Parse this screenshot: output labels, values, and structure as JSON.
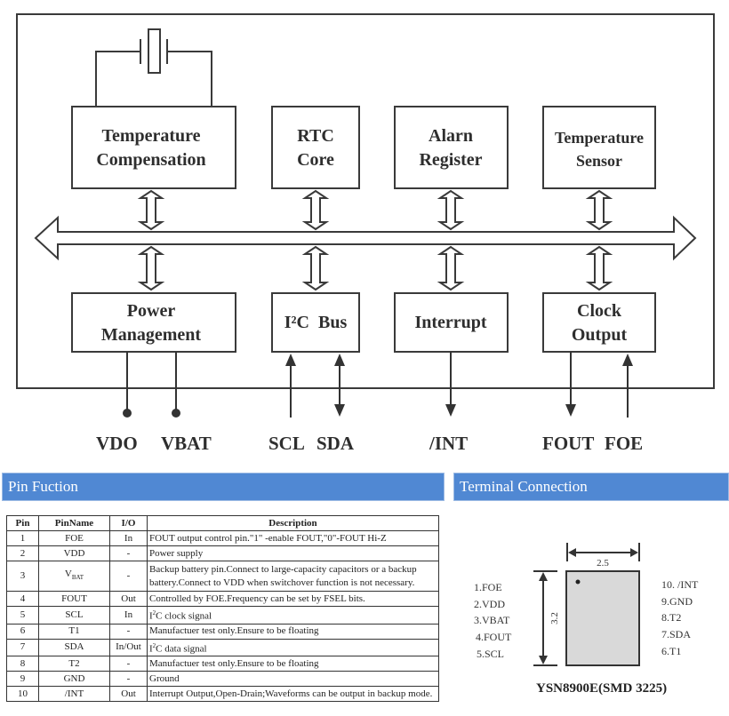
{
  "block_diagram": {
    "blocks_top": [
      {
        "id": "temp-comp",
        "lines": [
          "Temperature",
          "Compensation"
        ]
      },
      {
        "id": "rtc-core",
        "lines": [
          "RTC",
          "Core"
        ]
      },
      {
        "id": "alarm-register",
        "lines": [
          "Alarn",
          "Register"
        ]
      },
      {
        "id": "temp-sensor",
        "lines": [
          "Temperature",
          "Sensor"
        ]
      }
    ],
    "blocks_bottom": [
      {
        "id": "power-mgmt",
        "lines": [
          "Power",
          "Management"
        ]
      },
      {
        "id": "i2c-bus",
        "lines": [
          "I²C  Bus"
        ]
      },
      {
        "id": "interrupt",
        "lines": [
          "Interrupt"
        ]
      },
      {
        "id": "clock-output",
        "lines": [
          "Clock",
          "Output"
        ]
      }
    ],
    "pins": [
      "VDO",
      "VBAT",
      "SCL",
      "SDA",
      "/INT",
      "FOUT",
      "FOE"
    ]
  },
  "pin_function": {
    "title": "Pin Fuction",
    "headers": [
      "Pin",
      "PinName",
      "I/O",
      "Description"
    ],
    "rows": [
      {
        "pin": "1",
        "name": "FOE",
        "io": "In",
        "desc": "FOUT output control pin.\"1\" -enable FOUT,\"0\"-FOUT Hi-Z"
      },
      {
        "pin": "2",
        "name": "VDD",
        "io": "-",
        "desc": "Power supply"
      },
      {
        "pin": "3",
        "name": "V",
        "name_sub": "BAT",
        "io": "-",
        "desc": "Backup battery pin.Connect to large-capacity capacitors or a backup battery.Connect to VDD when switchover function is not necessary."
      },
      {
        "pin": "4",
        "name": "FOUT",
        "io": "Out",
        "desc": "Controlled by FOE.Frequency can be set by FSEL bits."
      },
      {
        "pin": "5",
        "name": "SCL",
        "io": "In",
        "desc_prefix": "I",
        "desc_sup": "2",
        "desc": "C clock signal"
      },
      {
        "pin": "6",
        "name": "T1",
        "io": "-",
        "desc": "Manufactuer test only.Ensure to be floating"
      },
      {
        "pin": "7",
        "name": "SDA",
        "io": "In/Out",
        "desc_prefix": "I",
        "desc_sup": "2",
        "desc": "C data signal"
      },
      {
        "pin": "8",
        "name": "T2",
        "io": "-",
        "desc": "Manufactuer test only.Ensure to be floating"
      },
      {
        "pin": "9",
        "name": "GND",
        "io": "-",
        "desc": "Ground"
      },
      {
        "pin": "10",
        "name": "/INT",
        "io": "Out",
        "desc": "Interrupt Output,Open-Drain;Waveforms can be output in backup mode."
      }
    ]
  },
  "terminal_connection": {
    "title": "Terminal Connection",
    "width_dim": "2.5",
    "height_dim": "3.2",
    "left_pins": [
      "1.FOE",
      "2.VDD",
      "3.VBAT",
      "4.FOUT",
      "5.SCL"
    ],
    "right_pins": [
      "10. /INT",
      "9.GND",
      "8.T2",
      "7.SDA",
      "6.T1"
    ],
    "package_name": "YSN8900E(SMD 3225)"
  },
  "colors": {
    "section_bar": "#5088d3",
    "line": "#333333",
    "chip_fill": "#d9d9d9"
  }
}
